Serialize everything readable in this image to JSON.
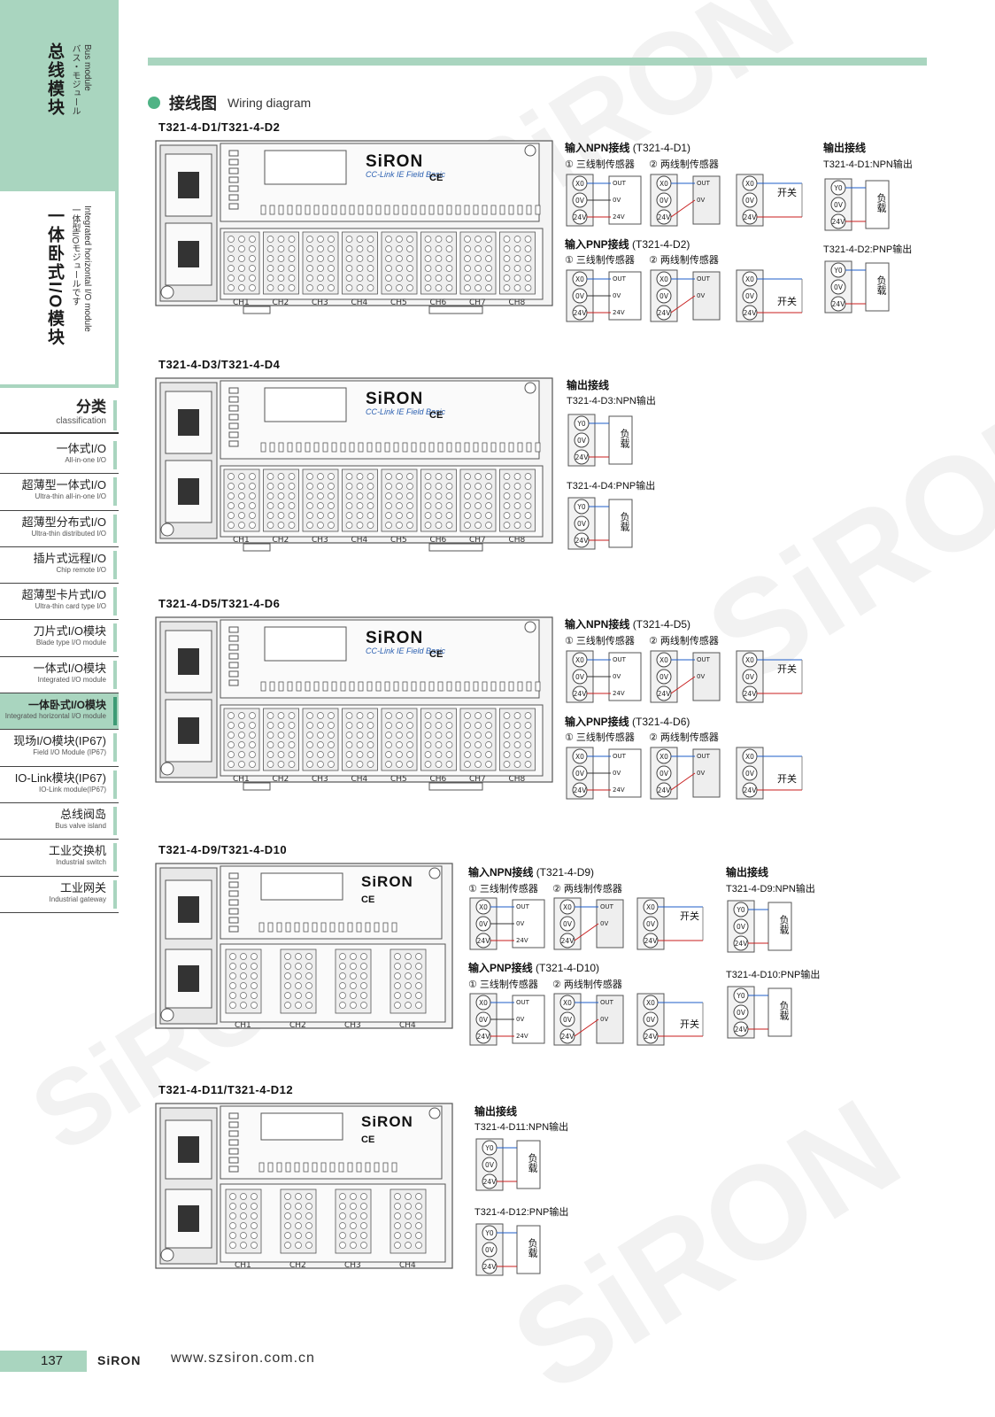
{
  "sidebar": {
    "top_title_zh": "总线模块",
    "top_title_en": "Bus module",
    "top_title_jp": "バス・モジュール",
    "section_title_zh": "一体卧式I/O模块",
    "section_title_en": "Integrated horizontal I/O module",
    "section_title_jp": "一体型I/Oモジュールです",
    "classification_zh": "分类",
    "classification_en": "classification",
    "items": [
      {
        "zh": "一体式I/O",
        "en": "All-in-one I/O"
      },
      {
        "zh": "超薄型一体式I/O",
        "en": "Ultra-thin all-in-one I/O"
      },
      {
        "zh": "超薄型分布式I/O",
        "en": "Ultra-thin distributed I/O"
      },
      {
        "zh": "插片式远程I/O",
        "en": "Chip remote I/O"
      },
      {
        "zh": "超薄型卡片式I/O",
        "en": "Ultra-thin card type I/O"
      },
      {
        "zh": "刀片式I/O模块",
        "en": "Blade type I/O module"
      },
      {
        "zh": "一体式I/O模块",
        "en": "Integrated I/O module"
      },
      {
        "zh": "一体卧式I/O模块",
        "en": "Integrated horizontal I/O module"
      },
      {
        "zh": "现场I/O模块(IP67)",
        "en": "Field I/O Module (IP67)"
      },
      {
        "zh": "IO-Link模块(IP67)",
        "en": "IO-Link module(IP67)"
      },
      {
        "zh": "总线阀岛",
        "en": "Bus valve island"
      },
      {
        "zh": "工业交换机",
        "en": "Industrial switch"
      },
      {
        "zh": "工业网关",
        "en": "Industrial gateway"
      }
    ],
    "active_index": 7
  },
  "header": {
    "title_zh": "接线图",
    "title_en": "Wiring diagram"
  },
  "models": [
    "T321-4-D1/T321-4-D2",
    "T321-4-D3/T321-4-D4",
    "T321-4-D5/T321-4-D6",
    "T321-4-D9/T321-4-D10",
    "T321-4-D11/T321-4-D12"
  ],
  "device": {
    "brand": "SiRON",
    "protocol": "CC-Link IE Field Basic",
    "ce": "CE",
    "channels8": [
      "CH1",
      "CH2",
      "CH3",
      "CH4",
      "CH5",
      "CH6",
      "CH7",
      "CH8"
    ],
    "channels4": [
      "CH1",
      "CH2",
      "CH3",
      "CH4"
    ]
  },
  "wiring": {
    "input_npn_d1": "输入NPN接线",
    "input_npn_d1_model": "(T321-4-D1)",
    "input_pnp_d2": "输入PNP接线",
    "input_pnp_d2_model": "(T321-4-D2)",
    "three_wire": "① 三线制传感器",
    "two_wire": "② 两线制传感器",
    "switch": "开关",
    "output_wiring": "输出接线",
    "d1_npn_out": "T321-4-D1:NPN输出",
    "d2_pnp_out": "T321-4-D2:PNP输出",
    "d3_npn_out": "T321-4-D3:NPN输出",
    "d4_pnp_out": "T321-4-D4:PNP输出",
    "input_npn_d5_model": "(T321-4-D5)",
    "input_pnp_d6_model": "(T321-4-D6)",
    "input_npn_d9_model": "(T321-4-D9)",
    "input_pnp_d10_model": "(T321-4-D10)",
    "d9_npn_out": "T321-4-D9:NPN输出",
    "d10_pnp_out": "T321-4-D10:PNP输出",
    "d11_npn_out": "T321-4-D11:NPN输出",
    "d12_pnp_out": "T321-4-D12:PNP输出",
    "load": "负载",
    "x0": "X0",
    "v0": "0V",
    "v24": "24V",
    "y0": "Y0",
    "out": "OUT",
    "ov": "0V",
    "p24": "24V"
  },
  "footer": {
    "page": "137",
    "logo": "SiRON",
    "url": "www.szsiron.com.cn"
  },
  "watermark": "SiRON"
}
